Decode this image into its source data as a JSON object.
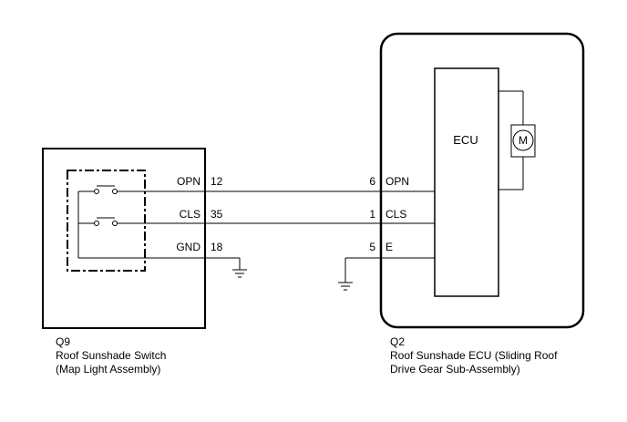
{
  "switch_unit": {
    "code": "Q9",
    "name": "Roof Sunshade Switch",
    "subname": "(Map Light Assembly)",
    "terminals": [
      {
        "label": "OPN",
        "pin": "12"
      },
      {
        "label": "CLS",
        "pin": "35"
      },
      {
        "label": "GND",
        "pin": "18"
      }
    ]
  },
  "ecu_unit": {
    "code": "Q2",
    "name_line1": "Roof Sunshade ECU (Sliding Roof",
    "name_line2": "Drive Gear Sub-Assembly)",
    "ecu_label": "ECU",
    "motor_label": "M",
    "terminals": [
      {
        "label": "OPN",
        "pin": "6"
      },
      {
        "label": "CLS",
        "pin": "1"
      },
      {
        "label": "E",
        "pin": "5"
      }
    ]
  }
}
